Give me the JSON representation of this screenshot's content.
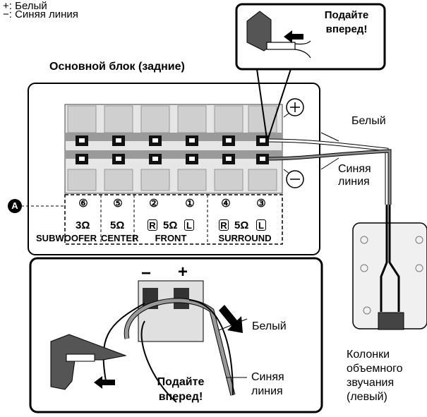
{
  "legend": {
    "white_line": "+: Белый",
    "blue_line": "−: Синяя линия"
  },
  "unit_title": "Основной блок (задние)",
  "callout_top": "Подайте вперед!",
  "callout_bottom": "Подайте вперед!",
  "wire_white": "Белый",
  "wire_blue": "Синяя линия",
  "plus_symbol": "+",
  "minus_symbol": "−",
  "marker_a": "A",
  "terminals": {
    "numbers": [
      "⑥",
      "⑤",
      "②",
      "①",
      "④",
      "③"
    ],
    "impedance_sub": "3Ω",
    "impedance_center": "5Ω",
    "impedance_front": "5Ω",
    "impedance_surround": "5Ω",
    "groups": [
      "SUBWOOFER",
      "CENTER",
      "FRONT",
      "SURROUND"
    ],
    "front_r": "R",
    "front_l": "L",
    "surround_r": "R",
    "surround_l": "L"
  },
  "detail": {
    "minus": "−",
    "plus": "+",
    "wire_white": "Белый",
    "wire_blue": "Синяя линия"
  },
  "speaker_caption": "Колонки объемного звучания (левый)"
}
